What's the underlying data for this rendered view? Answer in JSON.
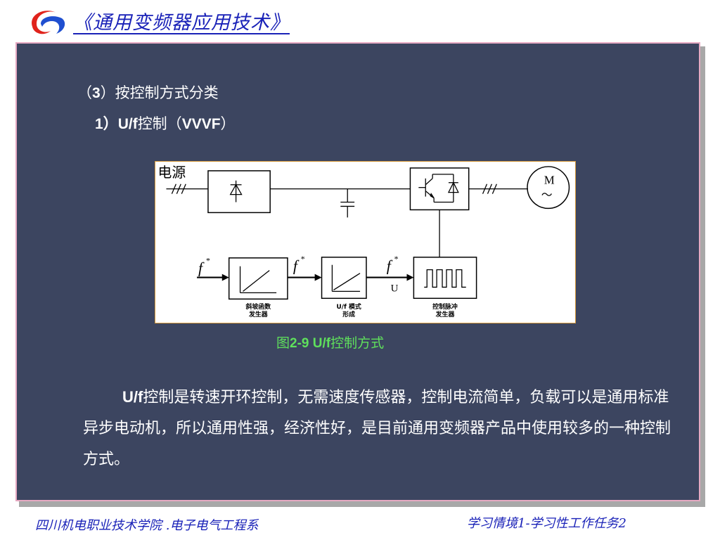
{
  "header": {
    "title": "《通用变频器应用技术》",
    "logo_icon": "red-blue-swirl-logo"
  },
  "slide": {
    "section_prefix": "（",
    "section_number": "3",
    "section_text": "）按控制方式分类",
    "sub_number": "1）",
    "sub_uf": "U/f",
    "sub_text1": "控制（",
    "sub_vvvf": "VVVF",
    "sub_text2": "）"
  },
  "diagram": {
    "power_label": "电源",
    "motor_label": "M",
    "motor_symbol": "～",
    "f_star": "f",
    "star": "*",
    "u_label": "U",
    "block1_label_l1": "斜坡函数",
    "block1_label_l2": "发生器",
    "block2_label_l1": "U/f 模式",
    "block2_label_l2": "形成",
    "block3_label_l1": "控制脉冲",
    "block3_label_l2": "发生器"
  },
  "caption": {
    "prefix": "图",
    "number": "2-9  U/f",
    "text": "控制方式"
  },
  "paragraph": {
    "uf": "U/f",
    "text": "控制是转速开环控制，无需速度传感器，控制电流简单，负载可以是通用标准异步电动机，所以通用性强，经济性好，是目前通用变频器产品中使用较多的一种控制方式。"
  },
  "footer": {
    "left": "四川机电职业技术学院 .电子电气工程系",
    "right": "学习情境1-学习性工作任务2"
  },
  "colors": {
    "panel_bg": "#3c4560",
    "panel_border": "#e6a9c2",
    "title_blue": "#1a22b8",
    "caption_green": "#5fe05c"
  }
}
